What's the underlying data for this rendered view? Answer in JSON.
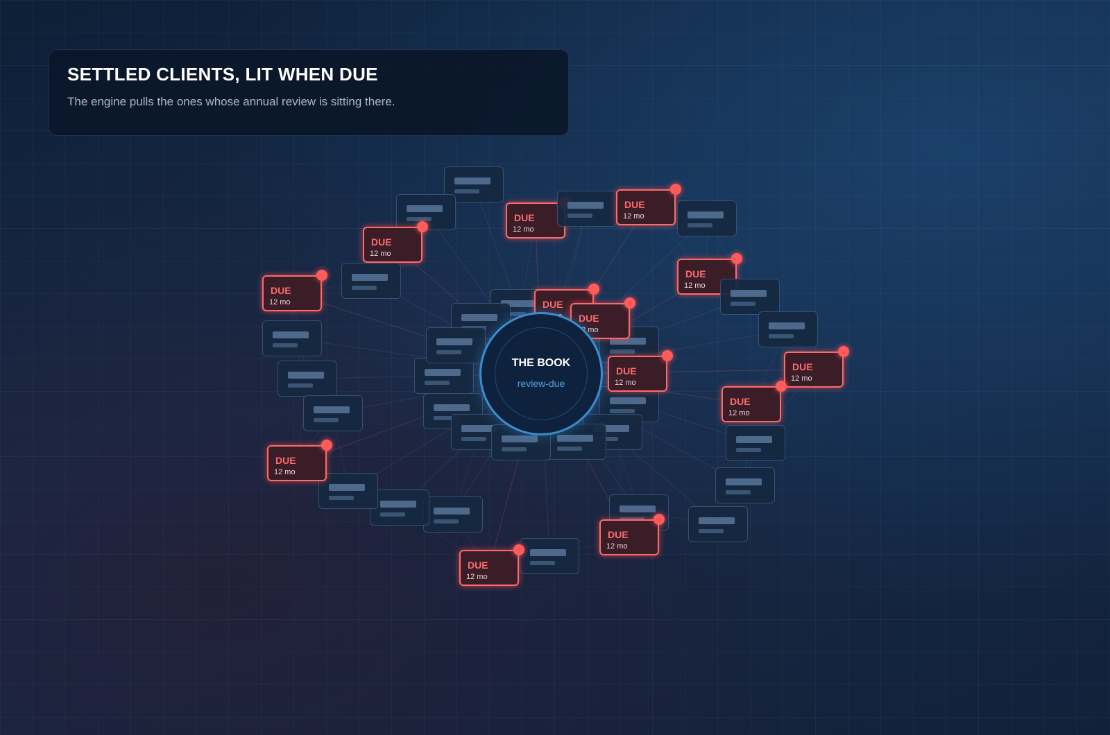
{
  "header": {
    "title": "SETTLED CLIENTS, LIT WHEN DUE",
    "subtitle": "The engine pulls the ones whose annual review is sitting there."
  },
  "hub": {
    "title": "THE BOOK",
    "subtitle": "review-due"
  },
  "due_label": "DUE",
  "due_interval": "12 mo",
  "clients": [
    {
      "status": "neutral"
    },
    {
      "status": "neutral"
    },
    {
      "status": "due"
    },
    {
      "status": "neutral"
    },
    {
      "status": "due"
    },
    {
      "status": "neutral"
    },
    {
      "status": "due"
    },
    {
      "status": "due"
    },
    {
      "status": "neutral"
    },
    {
      "status": "due"
    },
    {
      "status": "neutral"
    },
    {
      "status": "neutral"
    },
    {
      "status": "neutral"
    },
    {
      "status": "neutral"
    },
    {
      "status": "neutral"
    },
    {
      "status": "due"
    },
    {
      "status": "due"
    },
    {
      "status": "neutral"
    },
    {
      "status": "neutral"
    },
    {
      "status": "neutral"
    },
    {
      "status": "neutral"
    },
    {
      "status": "due"
    },
    {
      "status": "neutral"
    },
    {
      "status": "due"
    },
    {
      "status": "neutral"
    },
    {
      "status": "neutral"
    },
    {
      "status": "neutral"
    },
    {
      "status": "due"
    },
    {
      "status": "neutral"
    },
    {
      "status": "due"
    },
    {
      "status": "neutral"
    },
    {
      "status": "neutral"
    },
    {
      "status": "neutral"
    },
    {
      "status": "neutral"
    },
    {
      "status": "neutral"
    },
    {
      "status": "neutral"
    },
    {
      "status": "neutral"
    },
    {
      "status": "due"
    },
    {
      "status": "due"
    },
    {
      "status": "neutral"
    },
    {
      "status": "neutral"
    },
    {
      "status": "neutral"
    }
  ],
  "colors": {
    "due_accent": "#ff6b6b",
    "hub_accent": "#3a8ed0",
    "neutral_card": "#16283f"
  }
}
